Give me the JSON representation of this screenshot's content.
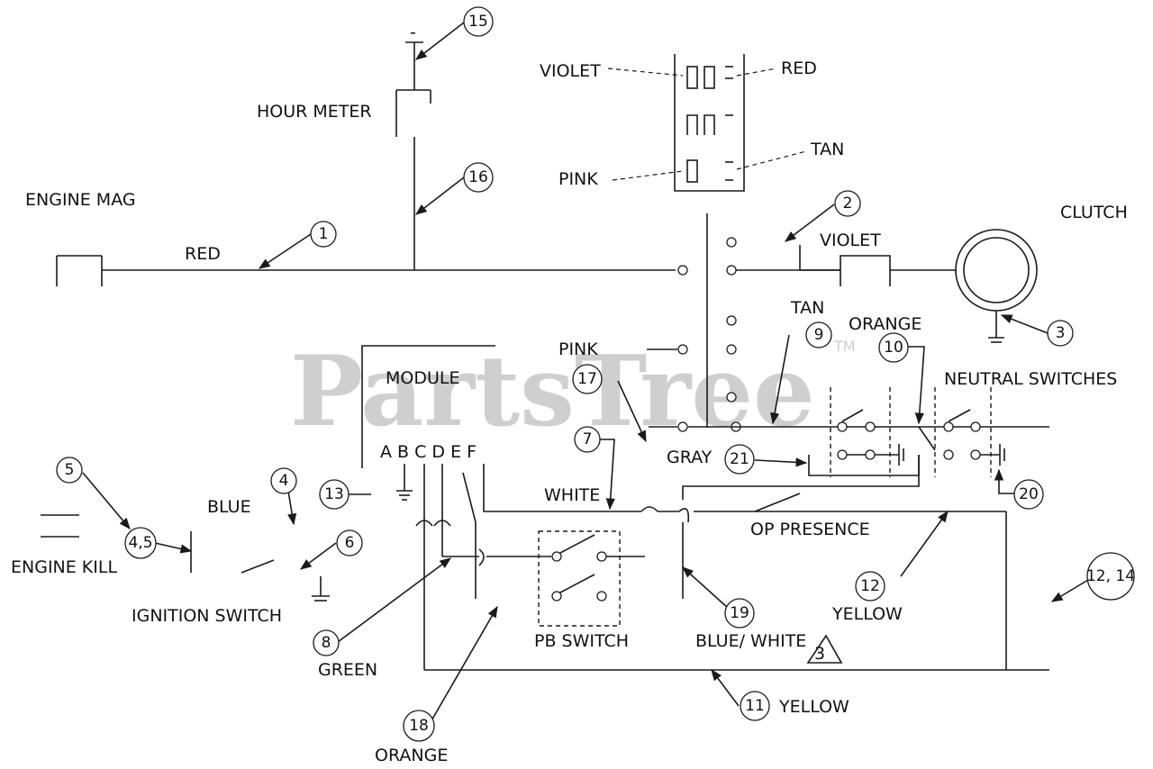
{
  "watermark": {
    "text": "PartsTree",
    "tm": "TM"
  },
  "labels": {
    "hour_meter": "HOUR METER",
    "engine_mag": "ENGINE MAG",
    "red_1": "RED",
    "violet_top": "VIOLET",
    "red_top": "RED",
    "pink_top": "PINK",
    "tan_top": "TAN",
    "clutch": "CLUTCH",
    "violet_clutch": "VIOLET",
    "tan_9": "TAN",
    "orange_10": "ORANGE",
    "neutral_switches": "NEUTRAL SWITCHES",
    "module": "MODULE",
    "pink_17": "PINK",
    "module_pins": "A B C D E F",
    "gray": "GRAY",
    "white": "WHITE",
    "blue": "BLUE",
    "op_presence": "OP PRESENCE",
    "engine_kill": "ENGINE KILL",
    "ignition_switch": "IGNITION SWITCH",
    "green": "GREEN",
    "pb_switch": "PB SWITCH",
    "blue_white": "BLUE/ WHITE",
    "yellow_12": "YELLOW",
    "yellow_11": "YELLOW",
    "orange_18": "ORANGE",
    "note_3": "3",
    "minus": "-"
  },
  "callouts": {
    "c1": "1",
    "c2": "2",
    "c3": "3",
    "c4": "4",
    "c45": "4,5",
    "c5": "5",
    "c6": "6",
    "c7": "7",
    "c8": "8",
    "c9": "9",
    "c10": "10",
    "c11": "11",
    "c1214": "12, 14",
    "c12": "12",
    "c13": "13",
    "c15": "15",
    "c16": "16",
    "c17": "17",
    "c18": "18",
    "c19": "19",
    "c20": "20",
    "c21": "21"
  }
}
